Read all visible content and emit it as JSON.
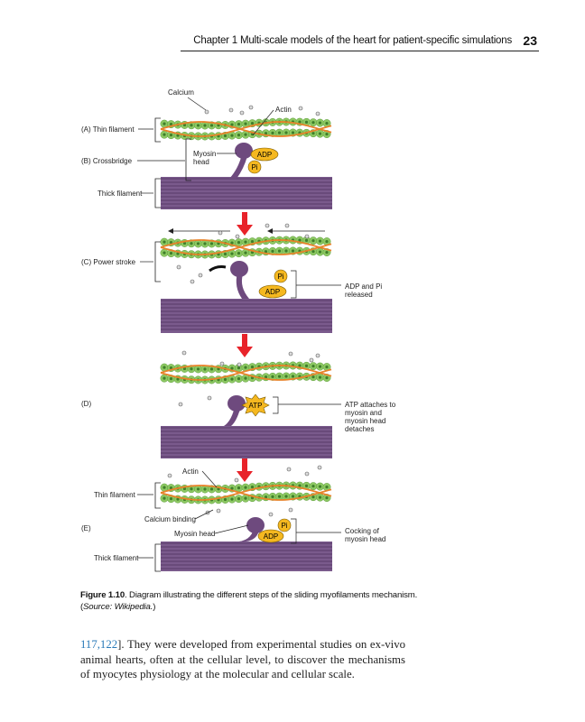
{
  "header": {
    "title": "Chapter 1  Multi-scale models of the heart for patient-specific simulations",
    "page_number": "23"
  },
  "figure": {
    "panel_ab": {
      "calcium": "Calcium",
      "actin": "Actin",
      "thin_filament": "(A) Thin filament",
      "crossbridge": "(B) Crossbridge",
      "myosin_head_1": "Myosin",
      "myosin_head_2": "head",
      "thick_filament": "Thick filament",
      "adp": "ADP",
      "pi": "Pi"
    },
    "panel_c": {
      "label": "(C) Power stroke",
      "pi": "Pi",
      "adp": "ADP",
      "released_1": "ADP and Pi",
      "released_2": "released"
    },
    "panel_d": {
      "label": "(D)",
      "atp": "ATP",
      "note_1": "ATP attaches to",
      "note_2": "myosin and",
      "note_3": "myosin head",
      "note_4": "detaches"
    },
    "panel_e": {
      "actin": "Actin",
      "thin_filament": "Thin filament",
      "calcium_binding": "Calcium binding",
      "label": "(E)",
      "myosin_head": "Myosin head",
      "thick_filament": "Thick filament",
      "pi": "Pi",
      "adp": "ADP",
      "note_1": "Cocking of",
      "note_2": "myosin head"
    },
    "colors": {
      "actin": "#8cc862",
      "tropomyosin": "#e8822a",
      "myosin": "#6e4a7e",
      "arrow": "#e8232a",
      "phosphate": "#f5b820"
    }
  },
  "caption": {
    "label": "Figure 1.10",
    "text": ". Diagram illustrating the different steps of the sliding myofilaments mechanism. (",
    "source": "Source: Wikipedia.",
    "end": ")"
  },
  "body": {
    "refs": "117,122",
    "text": "]. They were developed from experimental studies on ex-vivo animal hearts, often at the cellular level, to discover the mechanisms of myocytes physiology at the molecular and cellular scale."
  }
}
